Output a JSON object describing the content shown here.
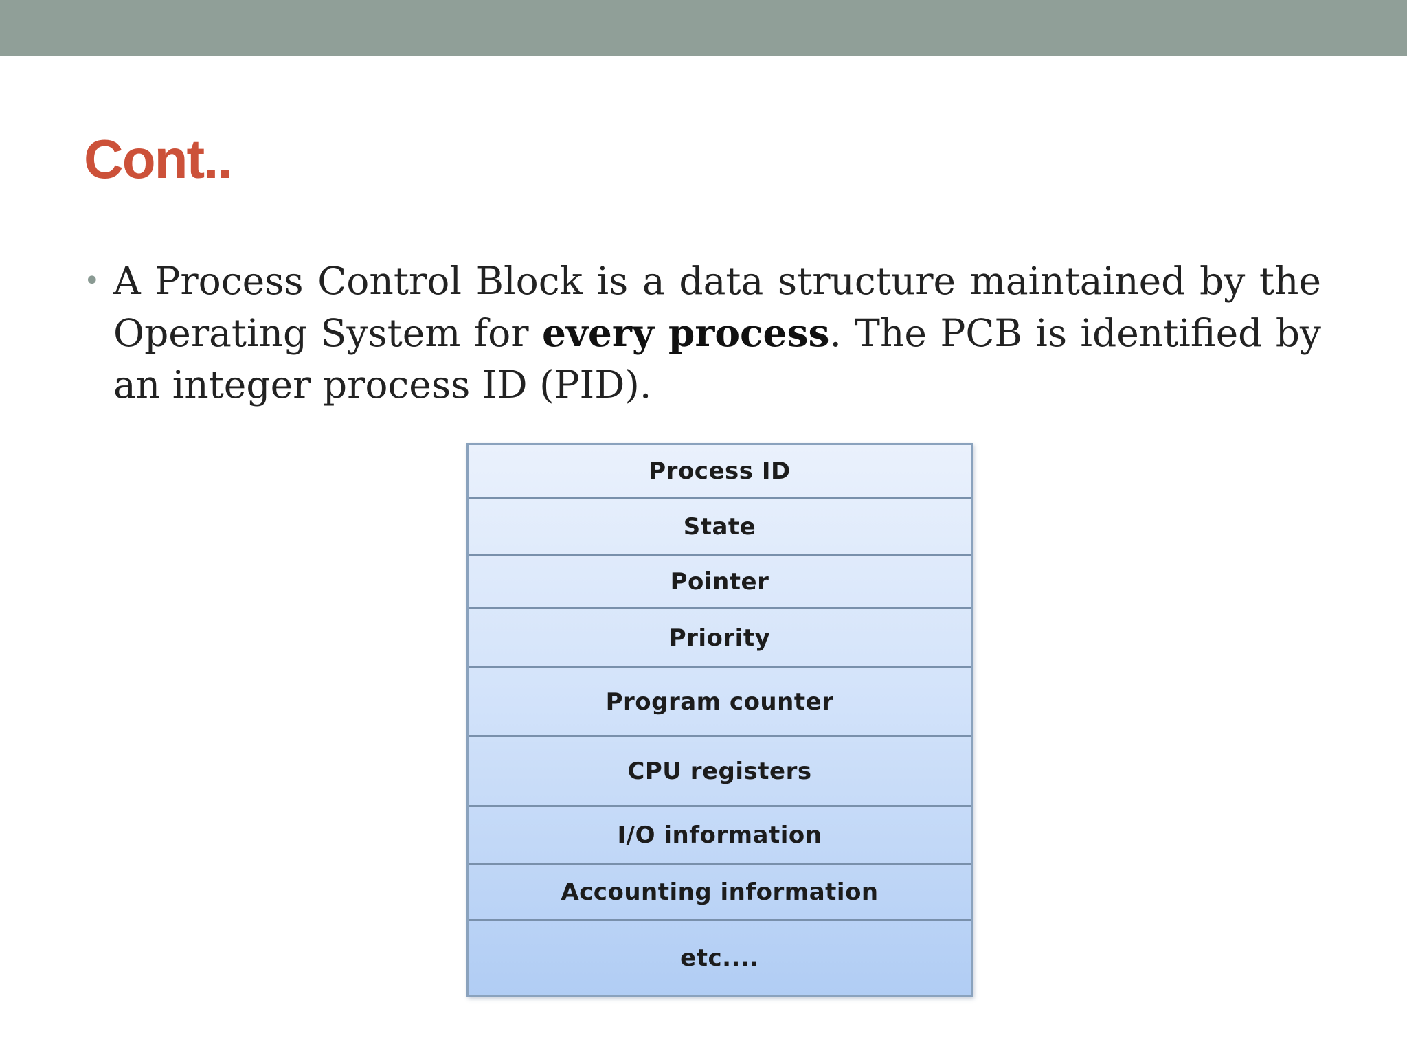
{
  "slide": {
    "title": "Cont..",
    "bullet": {
      "marker": "•",
      "text_before": "A Process Control Block is a data structure maintained by the Operating System for ",
      "text_bold": "every process",
      "text_after": ". The PCB is identified by an integer process ID (PID)."
    }
  },
  "pcb_diagram": {
    "rows": [
      "Process ID",
      "State",
      "Pointer",
      "Priority",
      "Program counter",
      "CPU registers",
      "I/O information",
      "Accounting information",
      "etc...."
    ]
  },
  "colors": {
    "top_bar": "#909f98",
    "title": "#cc5139",
    "body_text": "#222222"
  }
}
